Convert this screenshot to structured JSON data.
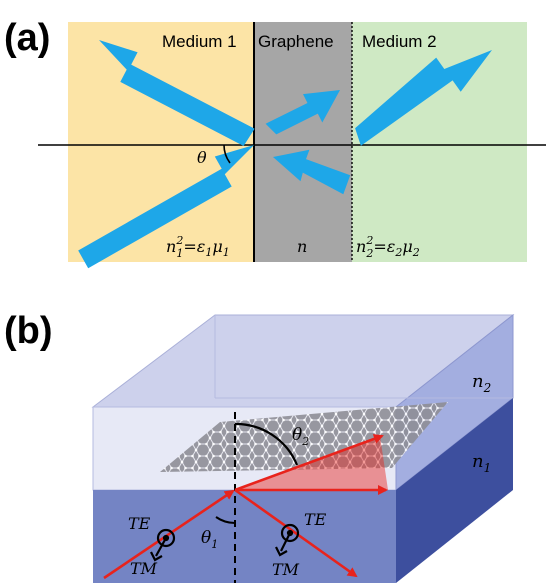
{
  "panel_a": {
    "tag": "(a)",
    "regions": {
      "medium1": {
        "label": "Medium 1",
        "color": "#fce4a6"
      },
      "graphene": {
        "label": "Graphene",
        "color": "#a6a6a6"
      },
      "medium2": {
        "label": "Medium 2",
        "color": "#cfe9c4"
      }
    },
    "angle_label": "θ",
    "index_label_left": {
      "lhs_base": "n",
      "lhs_sub": "1",
      "lhs_sup": "2",
      "eq": "=",
      "r1": "ε",
      "r1_sub": "1",
      "r2": "μ",
      "r2_sub": "1"
    },
    "index_label_middle": "n",
    "index_label_right": {
      "lhs_base": "n",
      "lhs_sub": "2",
      "lhs_sup": "2",
      "eq": "=",
      "r1": "ε",
      "r1_sub": "2",
      "r2": "μ",
      "r2_sub": "2"
    },
    "arrow_color": "#1ea7e8"
  },
  "panel_b": {
    "tag": "(b)",
    "upper_index": {
      "base": "n",
      "sub": "2"
    },
    "lower_index": {
      "base": "n",
      "sub": "1"
    },
    "angle_upper": {
      "base": "θ",
      "sub": "2"
    },
    "angle_lower": {
      "base": "θ",
      "sub": "1"
    },
    "pol_te_left": "TE",
    "pol_tm_left": "TM",
    "pol_te_right": "TE",
    "pol_tm_right": "TM",
    "ray_color": "#e8231c",
    "upper_block_color": "#c6cbe8",
    "lower_block_color": "#5a6cb4"
  }
}
